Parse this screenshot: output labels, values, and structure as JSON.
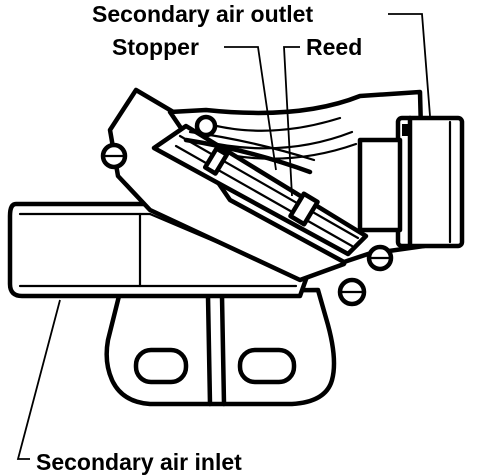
{
  "labels": {
    "outlet": "Secondary air outlet",
    "stopper": "Stopper",
    "reed": "Reed",
    "inlet": "Secondary air inlet"
  },
  "colors": {
    "ink": "#000000",
    "paper": "#ffffff"
  }
}
